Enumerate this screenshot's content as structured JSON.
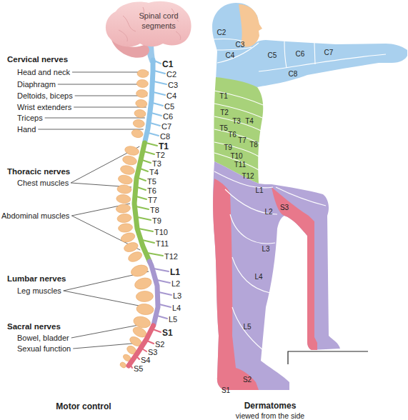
{
  "diagram": {
    "nodes": [
      {
        "text": [
          "Spinal cord segments"
        ]
      }
    ],
    "labels": [
      "Cervical nerves",
      "Head and neck",
      "Diaphragm",
      "Deltoids, biceps",
      "Wrist extenders",
      "Triceps",
      "Hand",
      "Thoracic nerves",
      "Chest muscles",
      "Abdominal muscles",
      "Lumbar nerves",
      "Leg muscles",
      "Sacral nerves",
      "Bowel, bladder",
      "Sexual function",
      "C1",
      "C2",
      "C3",
      "C4",
      "C5",
      "C6",
      "C7",
      "C8",
      "T1",
      "T2",
      "T3",
      "T4",
      "T5",
      "T6",
      "T7",
      "T8",
      "T9",
      "T10",
      "T11",
      "T12",
      "L1",
      "L2",
      "L3",
      "L4",
      "L5",
      "S1",
      "S2",
      "S3",
      "S4",
      "S5",
      "C2",
      "C3",
      "C4",
      "C5",
      "C6",
      "C7",
      "C8",
      "T1",
      "T2",
      "T3",
      "T4",
      "T5",
      "T6",
      "T7",
      "T8",
      "T9",
      "T10",
      "T11",
      "T12",
      "L1",
      "L2",
      "S3",
      "L3",
      "L4",
      "L5",
      "S2",
      "S1",
      "Motor control",
      "Dermatomes",
      "viewed from the side"
    ]
  }
}
